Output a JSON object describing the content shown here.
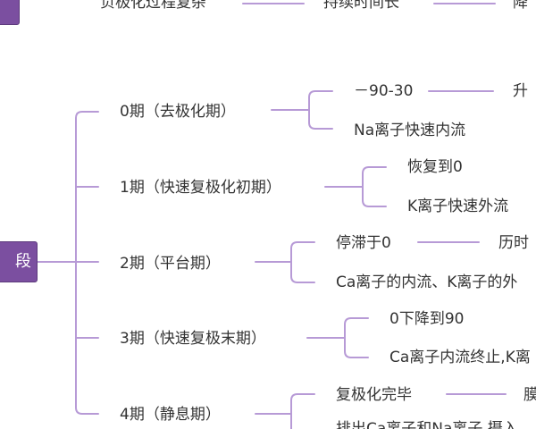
{
  "colors": {
    "connector": "#b79ad6",
    "root_fill": "#7b4fa0",
    "text": "#333333"
  },
  "top_row": {
    "a": "负极化过程复杂",
    "b": "持续时间长",
    "c": "降"
  },
  "root": {
    "label": "段"
  },
  "phases": [
    {
      "label": "0期（去极化期）",
      "children": [
        "－90-30",
        "Na离子快速内流"
      ],
      "extra": "升"
    },
    {
      "label": "1期（快速复极化初期）",
      "children": [
        "恢复到0",
        "K离子快速外流"
      ],
      "extra": ""
    },
    {
      "label": "2期（平台期）",
      "children": [
        "停滞于0",
        "Ca离子的内流、K离子的外"
      ],
      "extra": "历时"
    },
    {
      "label": "3期（快速复极末期）",
      "children": [
        "0下降到90",
        "Ca离子内流终止,K离"
      ],
      "extra": ""
    },
    {
      "label": "4期（静息期）",
      "children": [
        "复极化完毕",
        "排出Ca离子和Na离子,摄入"
      ],
      "extra": "膜"
    }
  ]
}
